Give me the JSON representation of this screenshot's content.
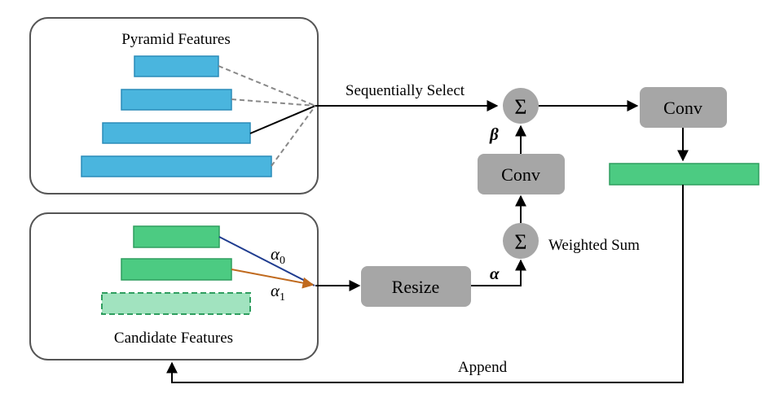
{
  "pyramid_panel": {
    "title": "Pyramid Features"
  },
  "candidate_panel": {
    "title": "Candidate Features"
  },
  "labels": {
    "sequential_select": "Sequentially Select",
    "weighted_sum": "Weighted Sum",
    "append": "Append",
    "alpha": "α",
    "beta": "β",
    "alpha_0_base": "α",
    "alpha_0_sub": "0",
    "alpha_1_base": "α",
    "alpha_1_sub": "1"
  },
  "nodes": {
    "sum_symbol": "Σ",
    "conv": "Conv",
    "resize": "Resize"
  },
  "colors": {
    "pyramid_feature": "#4ab5de",
    "candidate_feature": "#4ccb82",
    "candidate_new": "#a1e3bf",
    "op_node": "#a6a6a6",
    "alpha0_line": "#1f3c8f",
    "alpha1_line": "#c06a1e"
  }
}
